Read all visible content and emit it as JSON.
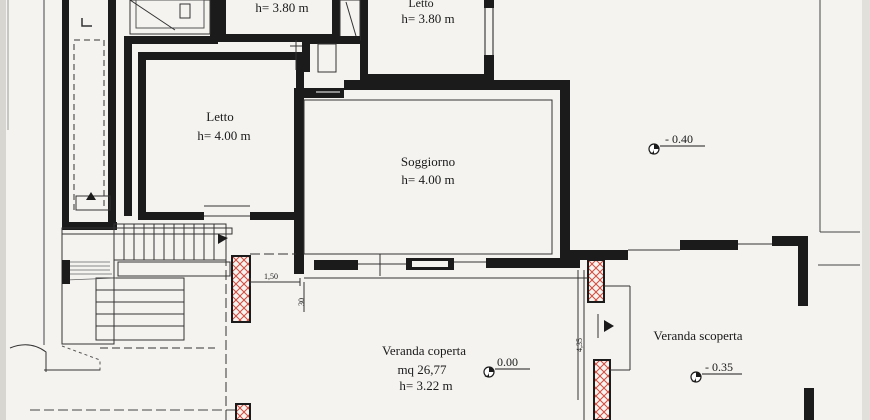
{
  "rooms": {
    "letto_top_left": {
      "height": "h= 3.80 m"
    },
    "letto_top_right": {
      "name": "Letto",
      "height": "h= 3.80 m"
    },
    "letto_left": {
      "name": "Letto",
      "height": "h= 4.00 m"
    },
    "soggiorno": {
      "name": "Soggiorno",
      "height": "h= 4.00 m"
    },
    "veranda_coperta": {
      "name": "Veranda coperta",
      "area": "mq 26,77",
      "height": "h= 3.22 m"
    },
    "veranda_scoperta": {
      "name": "Veranda scoperta"
    }
  },
  "levels": {
    "outdoor": "- 0.40",
    "veranda_coperta": "0.00",
    "veranda_scoperta": "- 0.35"
  },
  "dimensions": {
    "d150": "1,50",
    "d30": "30",
    "d435": "4,35"
  },
  "colors": {
    "wall": "#1b1b1b",
    "hatch": "#d9483b",
    "paper": "#f4f3f0"
  }
}
